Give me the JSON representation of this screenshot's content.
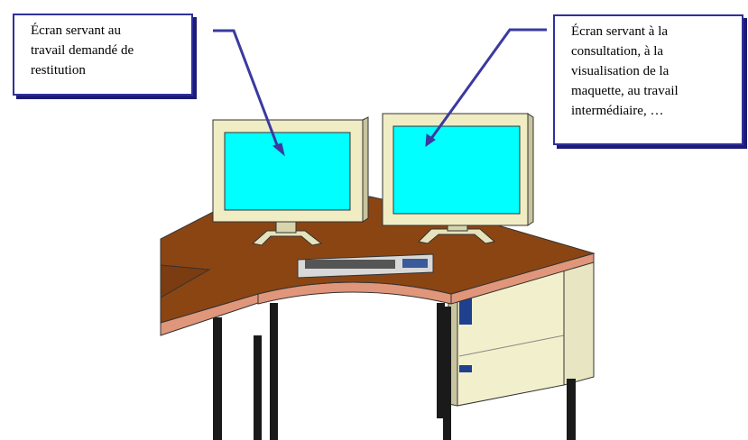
{
  "callouts": {
    "left": {
      "lines": [
        "Écran servant au",
        "travail demandé de",
        "restitution"
      ]
    },
    "right": {
      "lines": [
        "Écran servant à la",
        "consultation, à la",
        "visualisation de la",
        "maquette, au travail",
        "intermédiaire, …"
      ]
    }
  },
  "colors": {
    "desk_top": "#8b4513",
    "desk_edge": "#e0967a",
    "monitor_frame": "#f0ecc4",
    "screen": "#00ffff",
    "callout_border": "#30309a",
    "arrow": "#3a3aa0",
    "legs": "#1a1a1a",
    "cabinet": "#f2f0cc"
  },
  "icons": [
    "monitor-left",
    "monitor-right",
    "keyboard",
    "corner-desk",
    "drawer-cabinet"
  ]
}
